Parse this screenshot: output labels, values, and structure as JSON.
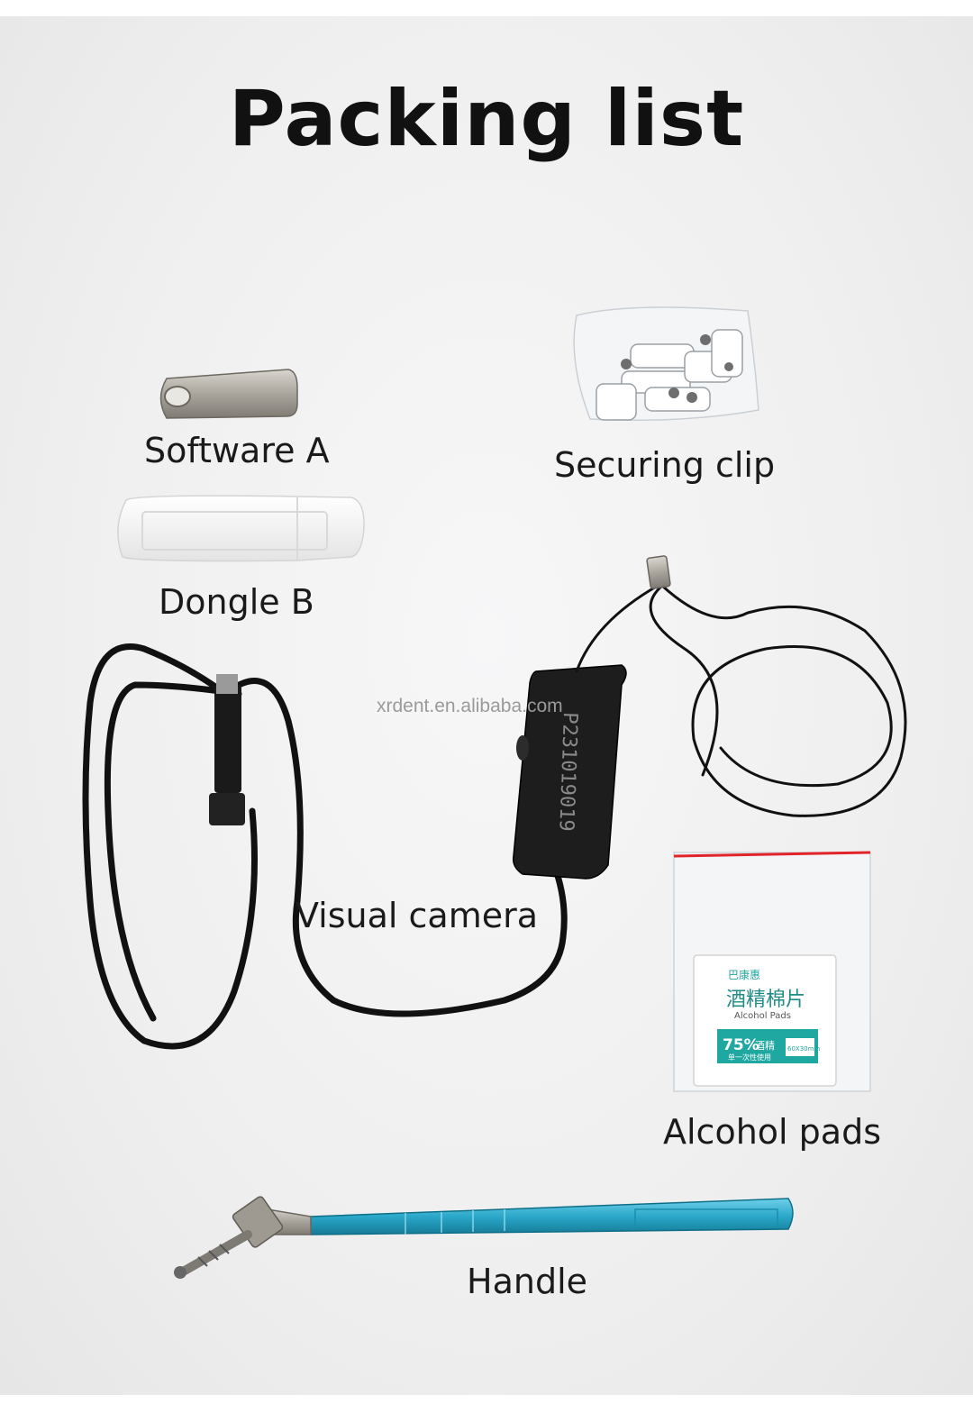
{
  "page": {
    "title": "Packing list",
    "watermark": "xrdent.en.alibaba.com"
  },
  "items": [
    {
      "key": "software",
      "label": "Software A"
    },
    {
      "key": "clip",
      "label": "Securing clip"
    },
    {
      "key": "dongle",
      "label": "Dongle B"
    },
    {
      "key": "camera",
      "label": "Visual camera"
    },
    {
      "key": "pads",
      "label": "Alcohol pads"
    },
    {
      "key": "handle",
      "label": "Handle"
    }
  ],
  "camera_box": {
    "serial": "P231019019"
  },
  "alcohol_pad": {
    "brand": "巴康惠",
    "name_cn": "酒精棉片",
    "name_en": "Alcohol Pads",
    "percent": "75%",
    "percent_label": "酒精",
    "subtitle": "单一次性使用",
    "size": "60X30mm"
  },
  "colors": {
    "background": "#efefef",
    "handle": "#2aa7c9",
    "pad_teal": "#1fa7a1",
    "cable": "#111111"
  }
}
